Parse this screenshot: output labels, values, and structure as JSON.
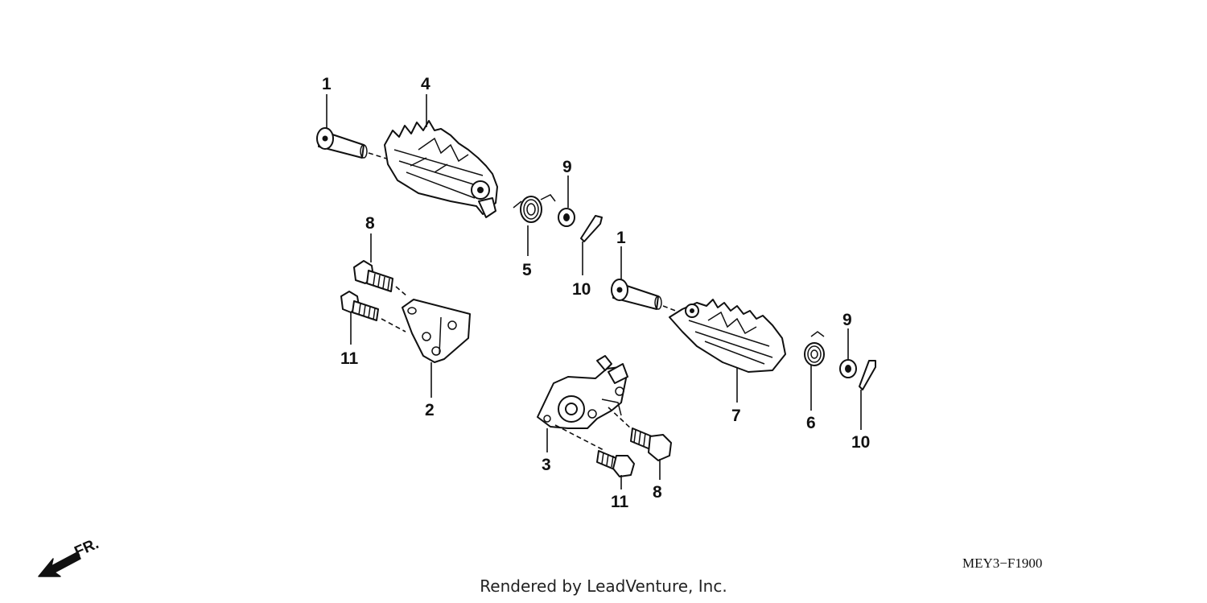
{
  "diagram": {
    "callouts": [
      "1",
      "4",
      "9",
      "8",
      "5",
      "10",
      "1",
      "11",
      "2",
      "9",
      "7",
      "6",
      "10",
      "3",
      "11",
      "8"
    ],
    "front_label": "FR.",
    "code": "MEY3−F1900",
    "credit": "Rendered by LeadVenture, Inc."
  }
}
